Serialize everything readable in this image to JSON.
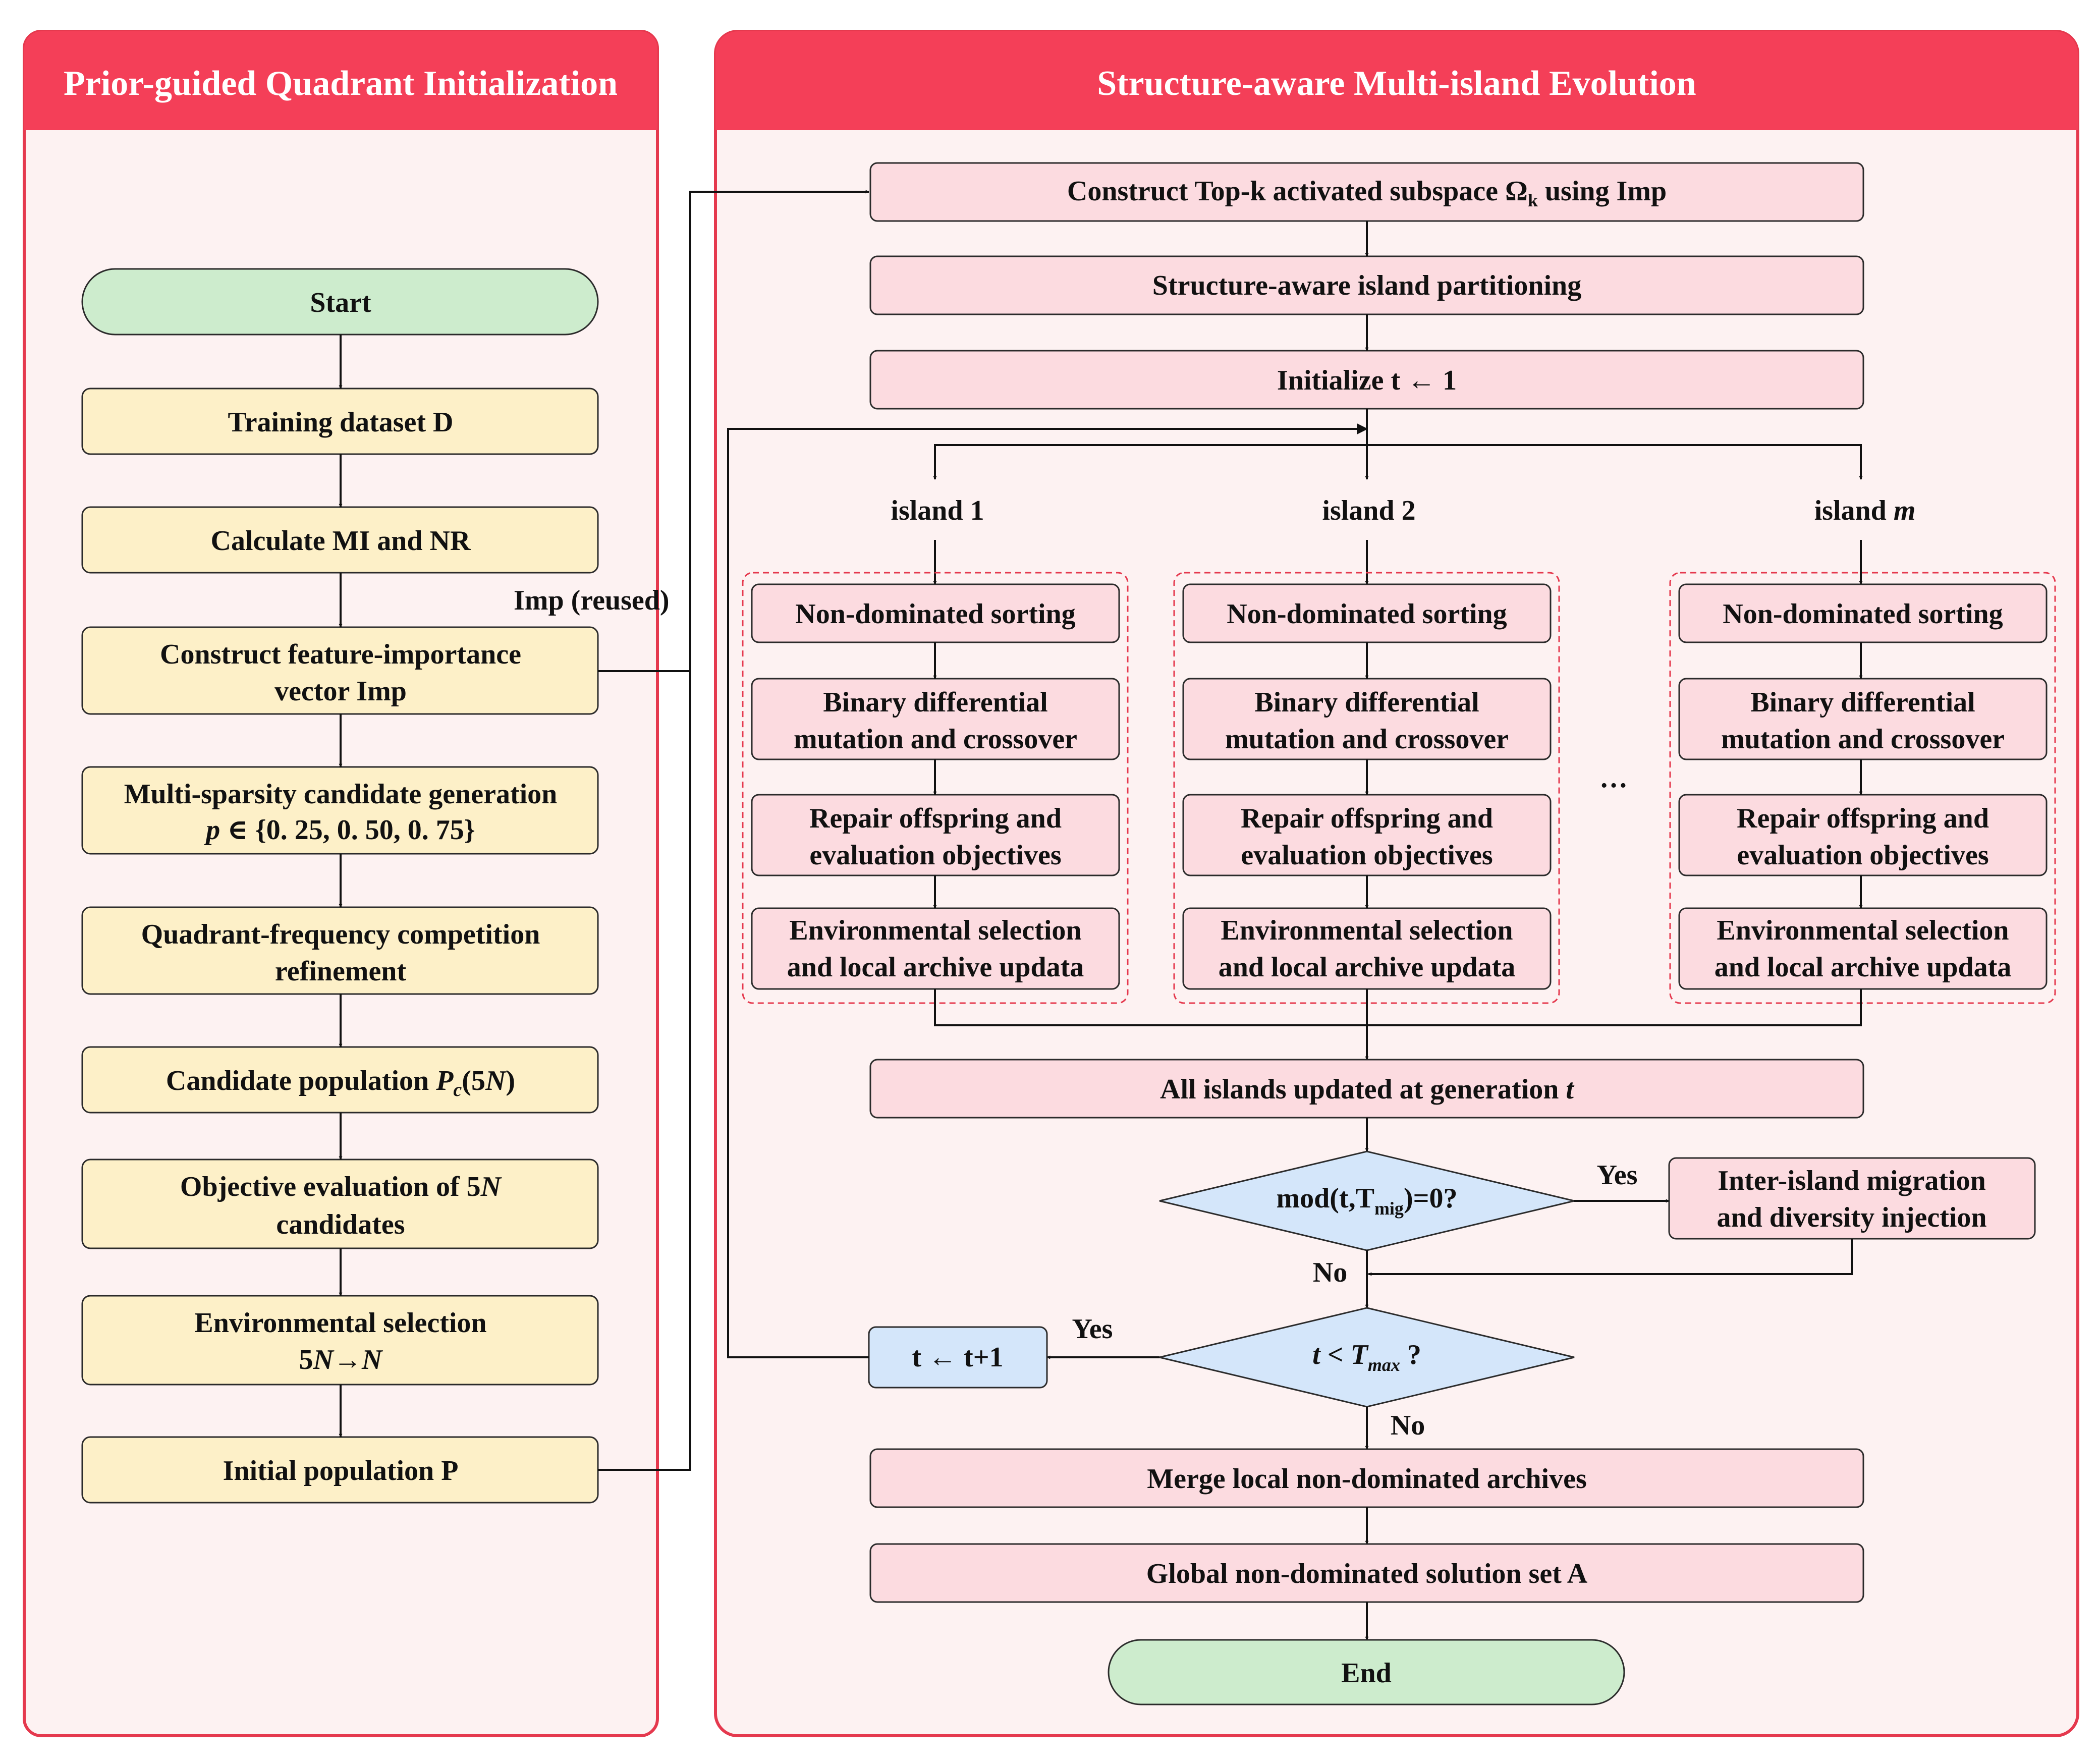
{
  "panels": {
    "left_title": "Prior-guided Quadrant Initialization",
    "right_title": "Structure-aware Multi-island Evolution"
  },
  "left": {
    "start": "Start",
    "training": "Training dataset D",
    "calc": "Calculate MI and NR",
    "construct_1": "Construct feature-importance",
    "construct_2": "vector Imp",
    "imp_reused": "Imp (reused)",
    "multi_1": "Multi-sparsity candidate generation",
    "multi_p": "p",
    "multi_set": " ∈ {0. 25, 0. 50, 0. 75}",
    "quad_1": "Quadrant-frequency competition",
    "quad_2": "refinement",
    "cand_pre": "Candidate population ",
    "cand_P": "P",
    "cand_sub": "c",
    "cand_paren_open": "(5",
    "cand_N": "N",
    "cand_paren_close": ")",
    "obj_pre": "Objective evaluation of 5",
    "obj_N": "N",
    "obj_2": "candidates",
    "env_1": "Environmental selection",
    "env_5": "5",
    "env_N1": "N",
    "env_arrow": "→",
    "env_N2": "N",
    "init_pop": "Initial population P"
  },
  "right": {
    "topk_pre": "Construct Top-k activated subspace Ω",
    "topk_sub": "k",
    "topk_post": " using Imp",
    "partition": "Structure-aware island partitioning",
    "init_t": "Initialize t ← 1",
    "island1": "island 1",
    "island2": "island 2",
    "islandm_pre": "island ",
    "islandm_m": "m",
    "ellipsis": "…",
    "nds": "Non-dominated sorting",
    "bdm_1": "Binary differential",
    "bdm_2": "mutation and crossover",
    "rep_1": "Repair offspring and",
    "rep_2": "evaluation objectives",
    "env_1": "Environmental selection",
    "env_2": "and local archive updata",
    "all_pre": "All islands updated at generation ",
    "all_t": "t",
    "mod_pre": "mod(t,T",
    "mod_sub": "mig",
    "mod_post": ")=0?",
    "yes1": "Yes",
    "migr_1": "Inter-island migration",
    "migr_2": "and diversity injection",
    "no1": "No",
    "tmax_t": "t",
    "tmax_lt": " < ",
    "tmax_T": "T",
    "tmax_sub": "max",
    "tmax_q": " ?",
    "yes2": "Yes",
    "t_inc": "t ← t+1",
    "no2": "No",
    "merge": "Merge local non-dominated archives",
    "global": "Global non-dominated solution set A",
    "end": "End"
  }
}
